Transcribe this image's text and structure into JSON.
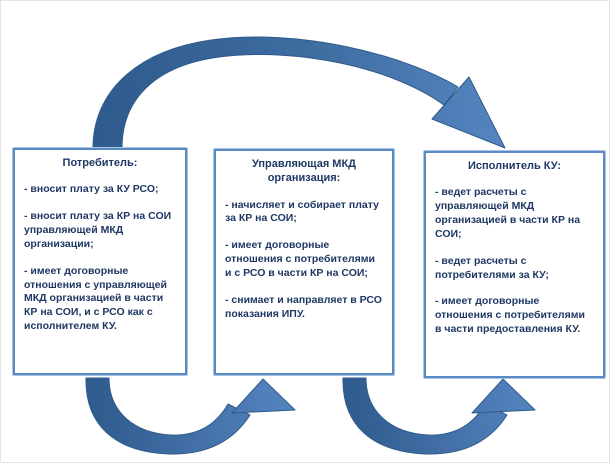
{
  "diagram": {
    "background_color": "#ffffff",
    "box_border_color": "#5b89c4",
    "text_color": "#1f3864",
    "arrow_color_dark": "#33608f",
    "arrow_color_light": "#5585c0",
    "boxes": [
      {
        "id": "consumer",
        "title": "Потребитель:",
        "items": [
          "- вносит плату за КУ РСО;",
          "- вносит плату за КР на СОИ управляющей МКД организации;",
          "- имеет договорные отношения  с управляющей МКД организацией в части КР на СОИ, и с РСО как с исполнителем КУ."
        ]
      },
      {
        "id": "manager",
        "title": "Управляющая МКД организация:",
        "items": [
          "- начисляет и собирает плату за КР на СОИ;",
          "- имеет договорные отношения с потребителями и с РСО в части КР на СОИ;",
          "- снимает и направляет в РСО показания ИПУ."
        ]
      },
      {
        "id": "executor",
        "title": "Исполнитель КУ:",
        "items": [
          "- ведет расчеты с управляющей МКД организацией в части КР на СОИ;",
          "- ведет расчеты с потребителями за КУ;",
          "- имеет договорные отношения с потребителями в части предоставления КУ."
        ]
      }
    ],
    "arrows": [
      {
        "name": "top-curved-arrow",
        "from": "Потребитель",
        "to": "Исполнитель КУ"
      },
      {
        "name": "bottom-left-curved-arrow",
        "from": "Потребитель",
        "to": "Управляющая МКД организация"
      },
      {
        "name": "bottom-right-curved-arrow",
        "from": "Управляющая МКД организация",
        "to": "Исполнитель КУ"
      }
    ]
  }
}
